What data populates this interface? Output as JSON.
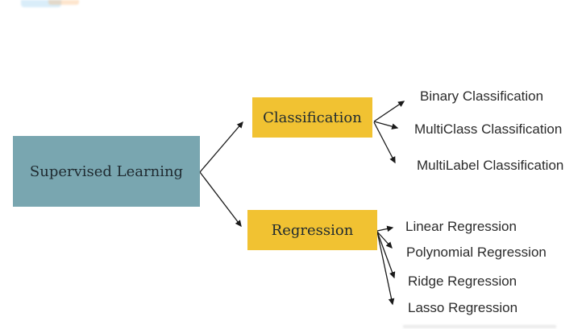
{
  "diagram": {
    "title_hint": "Supervised Learning taxonomy flowchart",
    "root": {
      "label": "Supervised Learning",
      "fill": "#79A6B0"
    },
    "branches": [
      {
        "label": "Classification",
        "fill": "#F1C232",
        "children": [
          {
            "label": "Binary Classification"
          },
          {
            "label": "MultiClass Classification"
          },
          {
            "label": "MultiLabel Classification"
          }
        ]
      },
      {
        "label": "Regression",
        "fill": "#F1C232",
        "children": [
          {
            "label": "Linear Regression"
          },
          {
            "label": "Polynomial Regression"
          },
          {
            "label": "Ridge Regression"
          },
          {
            "label": "Lasso Regression"
          }
        ]
      }
    ],
    "colors": {
      "arrow": "#1a1a1a",
      "node_text": "#1f2a30",
      "leaf_text": "#2b2b2b",
      "background": "#ffffff"
    }
  }
}
